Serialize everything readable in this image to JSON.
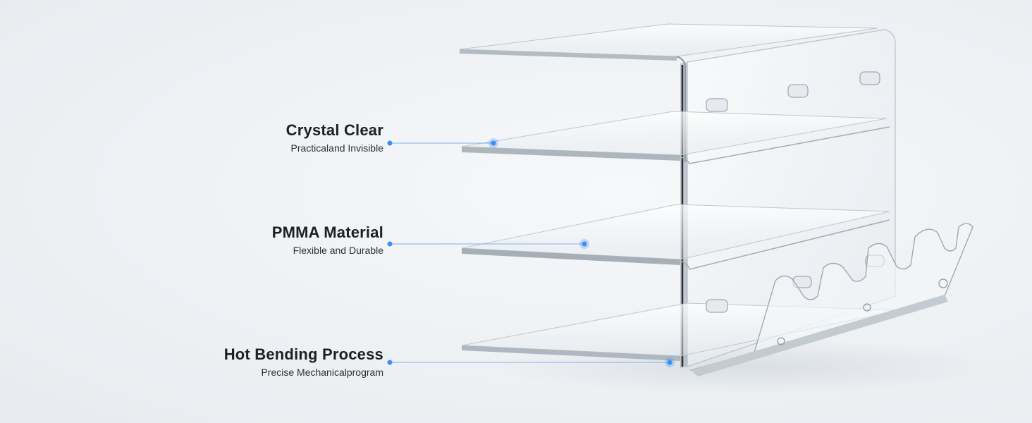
{
  "features": [
    {
      "title": "Crystal Clear",
      "subtitle": "Practicaland Invisible"
    },
    {
      "title": "PMMA Material",
      "subtitle": "Flexible and Durable"
    },
    {
      "title": "Hot Bending Process",
      "subtitle": "Precise Mechanicalprogram"
    }
  ],
  "colors": {
    "accent": "#3d8ef2",
    "text": "#1e1f22",
    "background": "#eef1f4"
  }
}
